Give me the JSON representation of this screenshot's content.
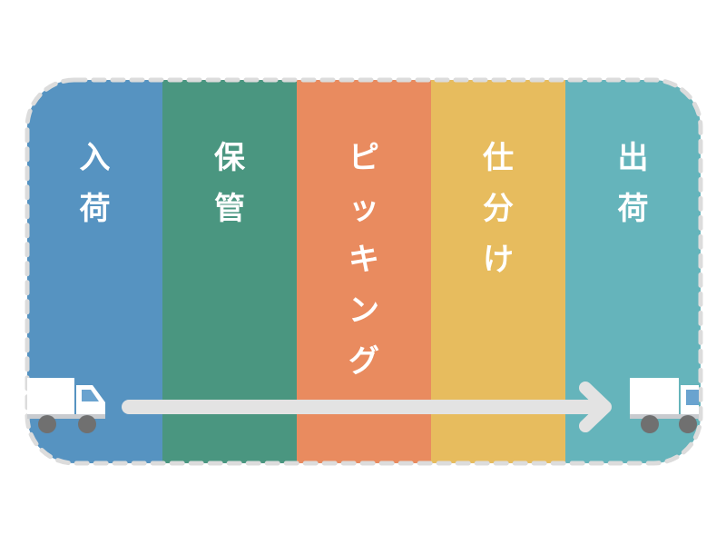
{
  "stages": [
    {
      "label": "入荷",
      "color": "#5693c1"
    },
    {
      "label": "保管",
      "color": "#4a9680"
    },
    {
      "label": "ピッキング",
      "color": "#e98b5f"
    },
    {
      "label": "仕分け",
      "color": "#e7bc5e"
    },
    {
      "label": "出荷",
      "color": "#65b4bb"
    }
  ],
  "icons": {
    "incoming": "truck-icon",
    "outgoing": "truck-icon",
    "flow": "arrow-right-icon"
  },
  "colors": {
    "border_dash": "#dcdcdc",
    "arrow": "#e3e3e3",
    "truck_body": "#ffffff",
    "truck_window": "#6aa3cf",
    "truck_wheel": "#707070",
    "truck_chassis": "#c8cbcf"
  }
}
